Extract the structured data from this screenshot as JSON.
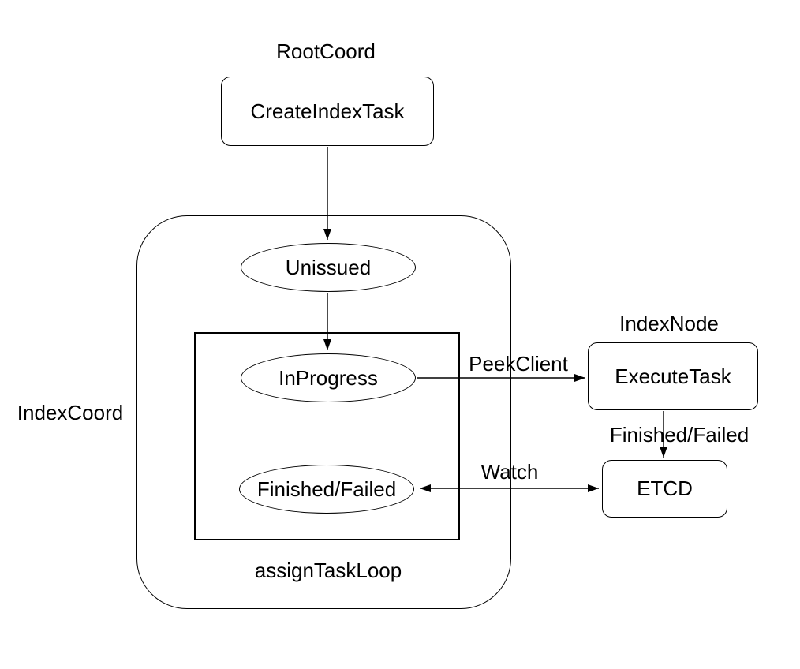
{
  "diagram": {
    "title_labels": {
      "root_coord": "RootCoord",
      "index_node": "IndexNode",
      "index_coord": "IndexCoord",
      "assign_task_loop": "assignTaskLoop"
    },
    "nodes": {
      "create_index_task": "CreateIndexTask",
      "unissued": "Unissued",
      "in_progress": "InProgress",
      "finished_failed": "Finished/Failed",
      "execute_task": "ExecuteTask",
      "etcd": "ETCD"
    },
    "edge_labels": {
      "peek_client": "PeekClient",
      "finished_failed": "Finished/Failed",
      "watch": "Watch"
    },
    "colors": {
      "stroke": "#000000",
      "fill": "#ffffff",
      "text": "#000000",
      "background": "#ffffff"
    }
  }
}
